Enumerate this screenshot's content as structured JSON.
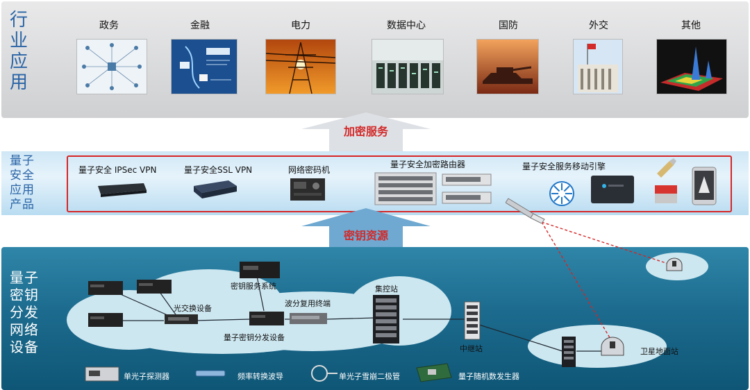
{
  "industry": {
    "title": [
      "行",
      "业",
      "应",
      "用"
    ],
    "items": [
      {
        "label": "政务",
        "icon": "government-network-icon"
      },
      {
        "label": "金融",
        "icon": "finance-diagram-icon"
      },
      {
        "label": "电力",
        "icon": "power-tower-icon"
      },
      {
        "label": "数据中心",
        "icon": "server-room-icon"
      },
      {
        "label": "国防",
        "icon": "tank-icon"
      },
      {
        "label": "外交",
        "icon": "embassy-building-icon"
      },
      {
        "label": "其他",
        "icon": "heatmap-icon"
      }
    ]
  },
  "arrows": {
    "upper": "加密服务",
    "lower": "密钥资源"
  },
  "products": {
    "title": [
      "量子",
      "安全",
      "应用",
      "产品"
    ],
    "items": [
      {
        "label": "量子安全 IPSec VPN"
      },
      {
        "label": "量子安全SSL VPN"
      },
      {
        "label": "网络密码机"
      },
      {
        "label": "量子安全加密路由器"
      },
      {
        "label": "量子安全服务移动引擎"
      }
    ]
  },
  "network": {
    "title": [
      "量子",
      "密钥",
      "分发",
      "网络",
      "设备"
    ],
    "devices": {
      "key_service": "密钥服务系统",
      "optical_switch": "光交换设备",
      "wdm": "波分复用终端",
      "qkd": "量子密钥分发设备",
      "control_station": "集控站",
      "relay": "中继站",
      "satellite_ground": "卫星地面站"
    },
    "tray": [
      {
        "label": "单光子探测器"
      },
      {
        "label": "频率转换波导"
      },
      {
        "label": "单光子雪崩二极管"
      },
      {
        "label": "量子随机数发生器"
      }
    ]
  },
  "colors": {
    "accent_red": "#d62525",
    "title_blue": "#2a64a6",
    "band_blue": "#1c6b8e"
  }
}
